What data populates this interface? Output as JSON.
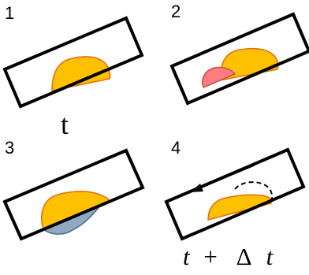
{
  "panels": [
    {
      "number": "1"
    },
    {
      "number": "2"
    },
    {
      "number": "3"
    },
    {
      "number": "4"
    }
  ],
  "time_labels": {
    "t": "t",
    "t2_var": "t",
    "t2_plus": "+",
    "t2_delta": "Δ",
    "t2_dt": "t"
  },
  "colors": {
    "drop_fill": "#FFC000",
    "drop_edge": "#E46C0A",
    "red_drop_fill": "#FF7C80",
    "red_drop_edge": "#C0504D",
    "shadow_fill": "#8EA9C1",
    "shadow_edge": "#4F6B8C",
    "frame": "#000000"
  }
}
